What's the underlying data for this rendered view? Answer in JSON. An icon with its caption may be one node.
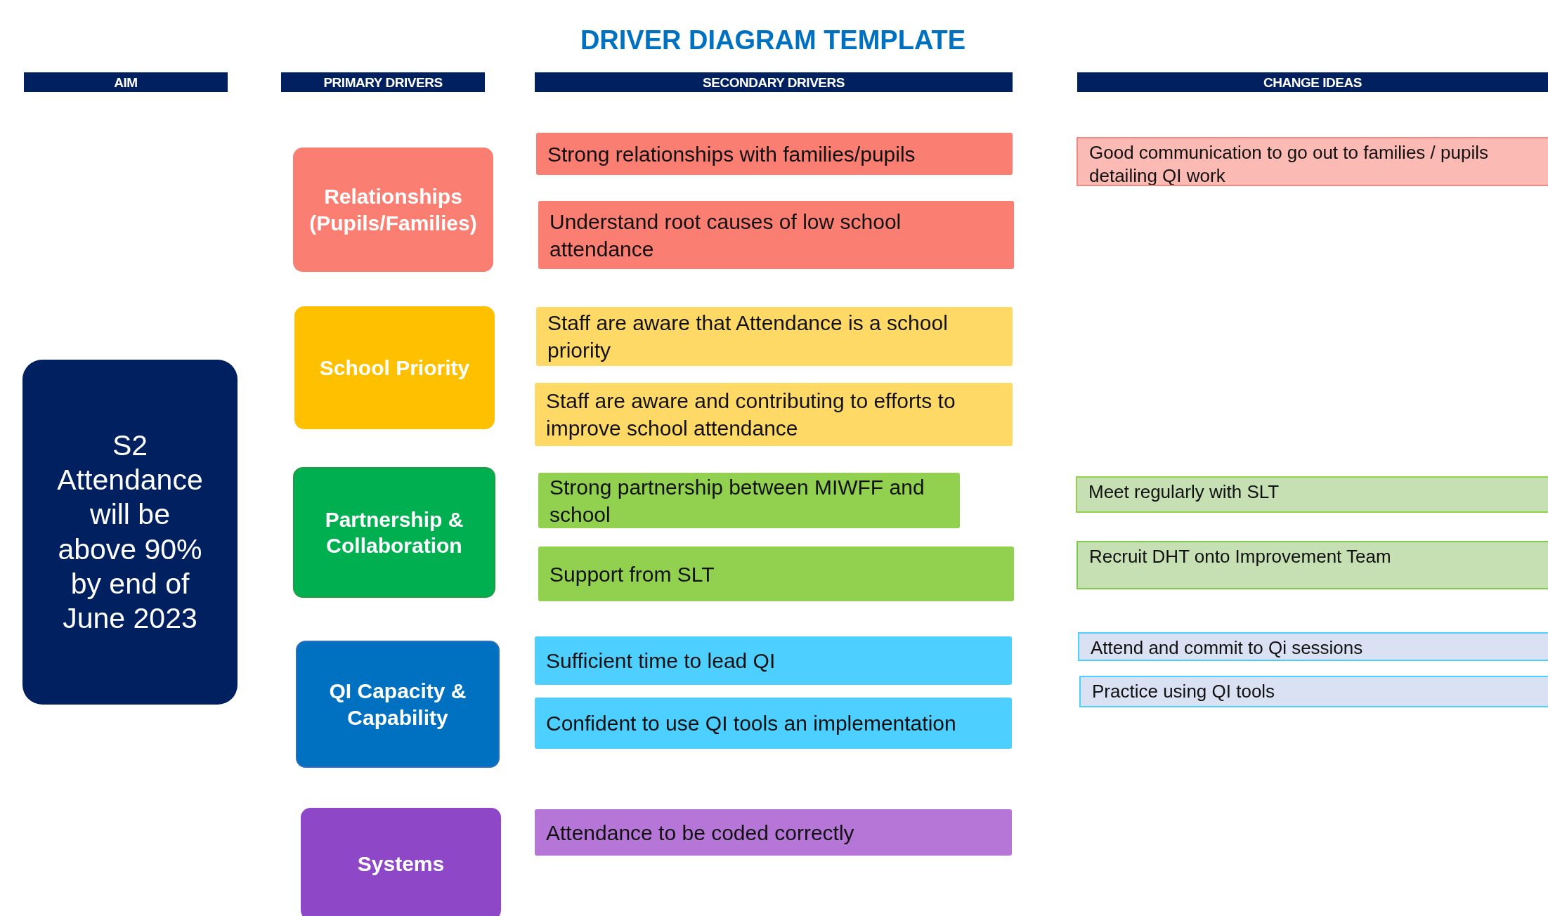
{
  "diagram": {
    "title": "DRIVER DIAGRAM TEMPLATE",
    "nodes": [
      {
        "text": [
          "AIM"
        ]
      },
      {
        "text": [
          "PRIMARY DRIVERS"
        ]
      },
      {
        "text": [
          "SECONDARY DRIVERS"
        ]
      },
      {
        "text": [
          "CHANGE IDEAS"
        ]
      },
      {
        "text": [
          "S2 Attendance will be above 90% by end of June 2023"
        ]
      },
      {
        "text": [
          "Relationships (Pupils/Families)"
        ]
      },
      {
        "text": [
          "School Priority"
        ]
      },
      {
        "text": [
          "Partnership & Collaboration"
        ]
      },
      {
        "text": [
          "QI Capacity & Capability"
        ]
      },
      {
        "text": [
          "Systems"
        ]
      },
      {
        "text": [
          "Strong relationships with families/pupils"
        ]
      },
      {
        "text": [
          "Understand root causes of low school attendance"
        ]
      },
      {
        "text": [
          "Staff are aware that Attendance is a school priority"
        ]
      },
      {
        "text": [
          "Staff are aware and contributing to efforts to improve school attendance"
        ]
      },
      {
        "text": [
          "Strong partnership between MIWFF and school"
        ]
      },
      {
        "text": [
          "Support from SLT"
        ]
      },
      {
        "text": [
          "Sufficient time to lead QI"
        ]
      },
      {
        "text": [
          "Confident to use QI tools an implementation"
        ]
      },
      {
        "text": [
          "Attendance to be coded correctly"
        ]
      },
      {
        "text": [
          "Good communication to go out to families / pupils detailing QI work"
        ]
      },
      {
        "text": [
          "Meet regularly with SLT"
        ]
      },
      {
        "text": [
          "Recruit DHT onto Improvement Team"
        ]
      },
      {
        "text": [
          "Attend and commit to Qi sessions"
        ]
      },
      {
        "text": [
          "Practice using QI tools"
        ]
      }
    ]
  }
}
